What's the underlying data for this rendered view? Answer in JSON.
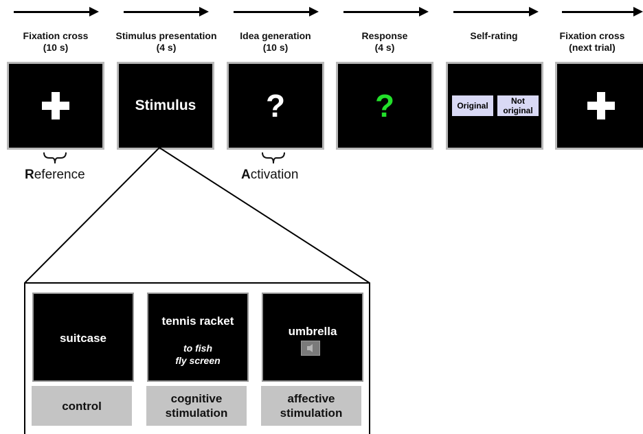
{
  "timeline": {
    "steps": [
      {
        "label_line1": "Fixation cross",
        "label_line2": "(10 s)",
        "screen": "cross"
      },
      {
        "label_line1": "Stimulus presentation",
        "label_line2": "(4 s)",
        "screen": "text",
        "screen_text": "Stimulus"
      },
      {
        "label_line1": "Idea generation",
        "label_line2": "(10 s)",
        "screen": "question",
        "color": "#ffffff"
      },
      {
        "label_line1": "Response",
        "label_line2": "(4 s)",
        "screen": "question",
        "color": "#22e02a"
      },
      {
        "label_line1": "Self-rating",
        "label_line2": "",
        "screen": "rating"
      },
      {
        "label_line1": "Fixation cross",
        "label_line2": "(next trial)",
        "screen": "cross"
      }
    ],
    "rating_options": {
      "original": "Original",
      "not_original_line1": "Not",
      "not_original_line2": "original"
    },
    "braces": {
      "reference_initial": "R",
      "reference_rest": "eference",
      "activation_initial": "A",
      "activation_rest": "ctivation"
    }
  },
  "examples": [
    {
      "word": "suitcase",
      "condition_line1": "control",
      "condition_line2": "",
      "icon": "none"
    },
    {
      "word": "tennis racket",
      "alt1": "to fish",
      "alt2": "fly screen",
      "condition_line1": "cognitive",
      "condition_line2": "stimulation",
      "icon": "none"
    },
    {
      "word": "umbrella",
      "condition_line1": "affective",
      "condition_line2": "stimulation",
      "icon": "speaker-icon"
    }
  ],
  "colors": {
    "screen": "#000000",
    "screen_border": "#b9b9b9",
    "response_mark": "#22e02a",
    "rating_box": "#d9d9f5",
    "condition_box": "#c4c4c4"
  }
}
